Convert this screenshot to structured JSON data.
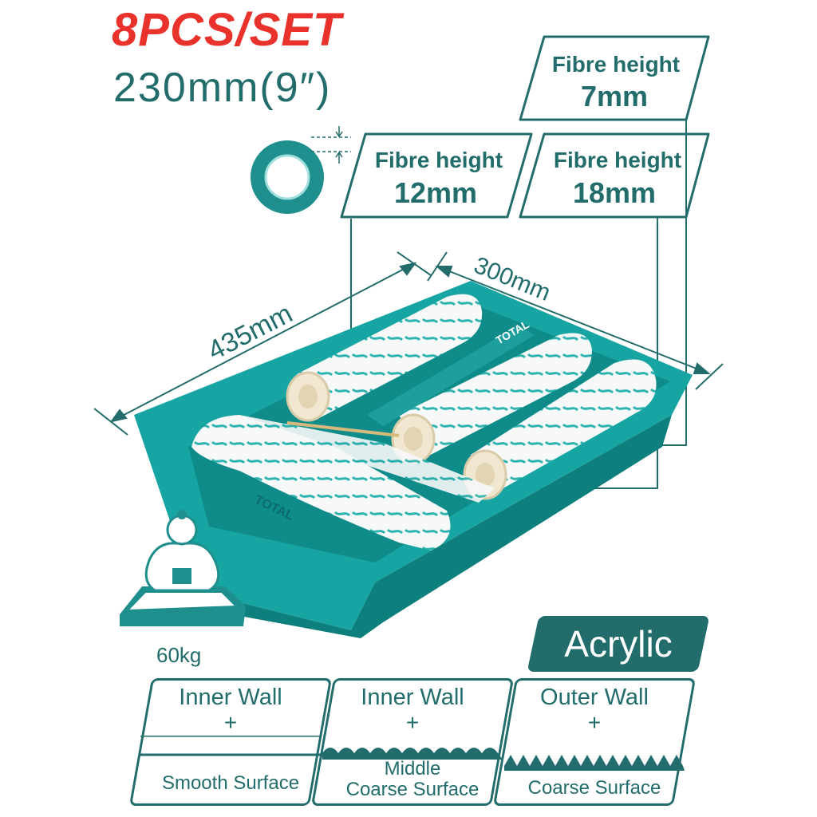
{
  "header": {
    "pieces": "8PCS/SET",
    "roller_size": "230mm(9″)"
  },
  "fibre_panels": [
    {
      "label": "Fibre height",
      "value": "7mm"
    },
    {
      "label": "Fibre height",
      "value": "12mm"
    },
    {
      "label": "Fibre height",
      "value": "18mm"
    }
  ],
  "dimensions": {
    "length": "435mm",
    "width": "300mm"
  },
  "load": {
    "weight": "60kg"
  },
  "material": {
    "label": "Acrylic"
  },
  "surfaces": [
    {
      "wall": "Inner Wall",
      "plus": "+",
      "surface_line1": "",
      "surface_line2": "Smooth Surface",
      "pattern": "flat"
    },
    {
      "wall": "Inner Wall",
      "plus": "+",
      "surface_line1": "Middle",
      "surface_line2": "Coarse Surface",
      "pattern": "wave"
    },
    {
      "wall": "Outer Wall",
      "plus": "+",
      "surface_line1": "",
      "surface_line2": "Coarse Surface",
      "pattern": "teeth"
    }
  ],
  "brand": {
    "handle_text": "TOTAL"
  },
  "colors": {
    "brand_teal": "#17a5a3",
    "text_teal": "#226d6b",
    "headline_red": "#e8322b"
  }
}
